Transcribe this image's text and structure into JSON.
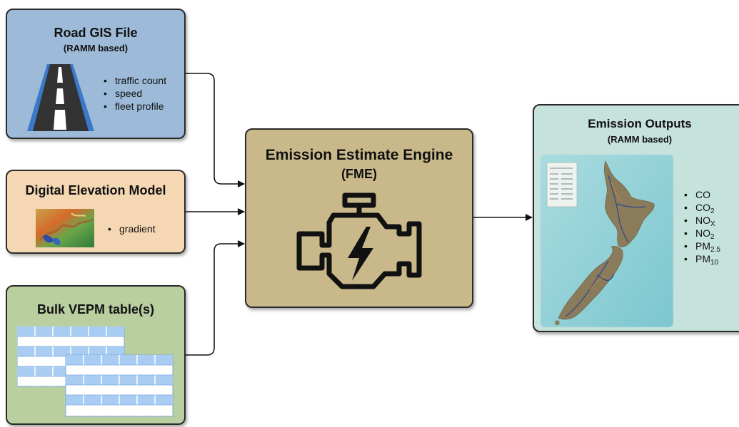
{
  "road_gis": {
    "title": "Road GIS File",
    "subtitle": "(RAMM based)",
    "bullets": [
      "traffic count",
      "speed",
      "fleet profile"
    ],
    "icon": "road-icon"
  },
  "dem": {
    "title": "Digital Elevation Model",
    "bullets": [
      "gradient"
    ],
    "icon": "terrain-map-thumbnail"
  },
  "vepm": {
    "title": "Bulk VEPM table(s)",
    "icon": "table-icon"
  },
  "engine": {
    "title": "Emission Estimate Engine",
    "subtitle": "(FME)",
    "icon": "engine-lightning-icon"
  },
  "outputs": {
    "title": "Emission Outputs",
    "subtitle": "(RAMM based)",
    "pollutants": [
      {
        "base": "CO",
        "sub": ""
      },
      {
        "base": "CO",
        "sub": "2"
      },
      {
        "base": "NO",
        "sub": "X"
      },
      {
        "base": "NO",
        "sub": "2"
      },
      {
        "base": "PM",
        "sub": "2.5"
      },
      {
        "base": "PM",
        "sub": "10"
      }
    ],
    "icon": "new-zealand-map-thumbnail"
  },
  "colors": {
    "road_box": "#9dbbd8",
    "dem_box": "#f6d7b3",
    "vepm_box": "#b9cfa0",
    "engine_box": "#c9b98a",
    "outputs_box": "#c6e2dd",
    "road_edge": "#3a78c8",
    "table_cell": "#a9cdf2"
  }
}
